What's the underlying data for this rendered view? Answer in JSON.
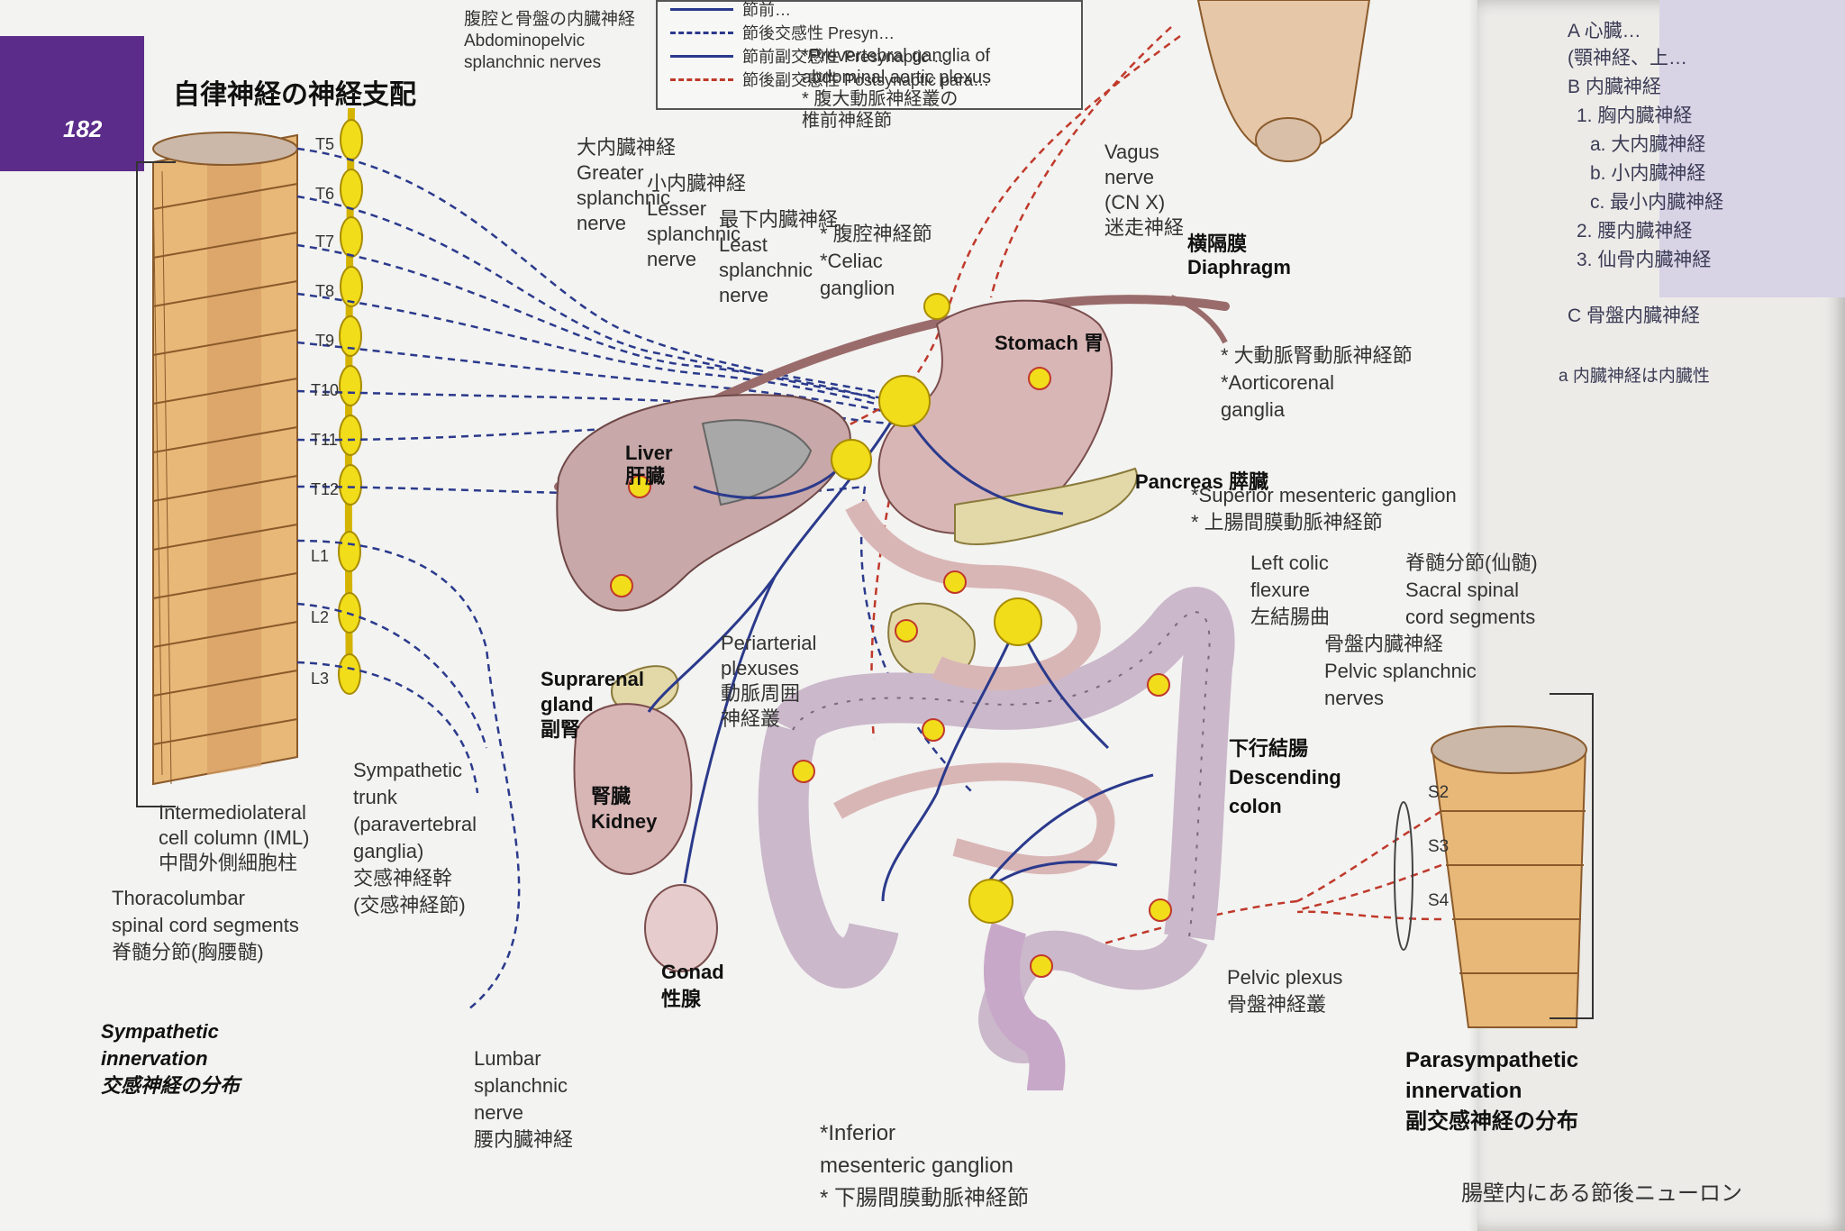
{
  "page": {
    "number": "182",
    "title": "自律神経の神経支配"
  },
  "legend": {
    "rows": [
      {
        "text": "節前…",
        "style": "solid-blue"
      },
      {
        "text": "節後交感性 Presyn…",
        "style": "dashed-blue"
      },
      {
        "text": "節前副交感性 Presynaptic …",
        "style": "solid-red"
      },
      {
        "text": "節後副交感性 Postsynaptic para…",
        "style": "dashed-red"
      }
    ]
  },
  "segments_left": [
    "T5",
    "T6",
    "T7",
    "T8",
    "T9",
    "T10",
    "T11",
    "T12",
    "L1",
    "L2",
    "L3"
  ],
  "segments_right": [
    "S2",
    "S3",
    "S4"
  ],
  "labels": {
    "abdominopelvic": [
      "腹腔と骨盤の内臓神経",
      "Abdominopelvic",
      "splanchnic nerves"
    ],
    "prevertebral": [
      "*Prevertebral ganglia of",
      "abdominal aortic plexus",
      "* 腹大動脈神経叢の",
      "椎前神経節"
    ],
    "greater": [
      "大内臓神経",
      "Greater",
      "splanchnic",
      "nerve"
    ],
    "lesser": [
      "小内臓神経",
      "Lesser",
      "splanchnic",
      "nerve"
    ],
    "least": [
      "最下内臓神経",
      "Least",
      "splanchnic",
      "nerve"
    ],
    "celiac": [
      "* 腹腔神経節",
      "*Celiac",
      "ganglion"
    ],
    "vagus": [
      "Vagus",
      "nerve",
      "(CN X)",
      "迷走神経"
    ],
    "diaphragm": [
      "横隔膜",
      "Diaphragm"
    ],
    "stomach": [
      "Stomach",
      "胃"
    ],
    "aorticorenal": [
      "* 大動脈腎動脈神経節",
      "*Aorticorenal",
      "ganglia"
    ],
    "liver": [
      "Liver",
      "肝臓"
    ],
    "pancreas": "Pancreas 膵臓",
    "superior_mes": [
      "*Superior mesenteric ganglion",
      "* 上腸間膜動脈神経節"
    ],
    "left_colic": [
      "Left colic",
      "flexure",
      "左結腸曲"
    ],
    "sacral": [
      "脊髄分節(仙髄)",
      "Sacral spinal",
      "cord segments"
    ],
    "pelvic_spl": [
      "骨盤内臓神経",
      "Pelvic splanchnic",
      "nerves"
    ],
    "suprarenal": [
      "Suprarenal",
      "gland",
      "副腎"
    ],
    "periarterial": [
      "Periarterial",
      "plexuses",
      "動脈周囲",
      "神経叢"
    ],
    "descending": [
      "下行結腸",
      "Descending",
      "colon"
    ],
    "kidney": [
      "腎臓",
      "Kidney"
    ],
    "iml": [
      "Intermediolateral",
      "cell column (IML)",
      "中間外側細胞柱"
    ],
    "thoracolumbar": [
      "Thoracolumbar",
      "spinal cord segments",
      "脊髄分節(胸腰髄)"
    ],
    "symp_trunk": [
      "Sympathetic",
      "trunk",
      "(paravertebral",
      "ganglia)",
      "交感神経幹",
      "(交感神経節)"
    ],
    "gonad": [
      "Gonad",
      "性腺"
    ],
    "pelvic_plexus": [
      "Pelvic plexus",
      "骨盤神経叢"
    ],
    "symp_innerv": [
      "Sympathetic",
      "innervation",
      "交感神経の分布"
    ],
    "lumbar": [
      "Lumbar",
      "splanchnic",
      "nerve",
      "腰内臓神経"
    ],
    "inferior_mes": [
      "*Inferior",
      "mesenteric ganglion",
      "* 下腸間膜動脈神経節"
    ],
    "parasymp_innerv": [
      "Parasympathetic",
      "innervation",
      "副交感神経の分布"
    ],
    "bottom_note": "腸壁内にある節後ニューロン"
  },
  "right_page": {
    "lines": [
      "A 心臓…",
      "(顎神経、上…",
      "B 内臓神経",
      "1. 胸内臓神経",
      "a. 大内臓神経",
      "b. 小内臓神経",
      "c. 最小内臓神経",
      "2. 腰内臓神経",
      "3. 仙骨内臓神経",
      "C 骨盤内臓神経",
      "a 内臓神経は内臓性"
    ]
  },
  "colors": {
    "sympathetic": "#2b3a8c",
    "parasympathetic": "#c0392b",
    "ganglion": "#f2dd1a",
    "spinal_cord": "#e8b878",
    "organ": "#d9b6b6",
    "tab": "#5b2c8a"
  }
}
